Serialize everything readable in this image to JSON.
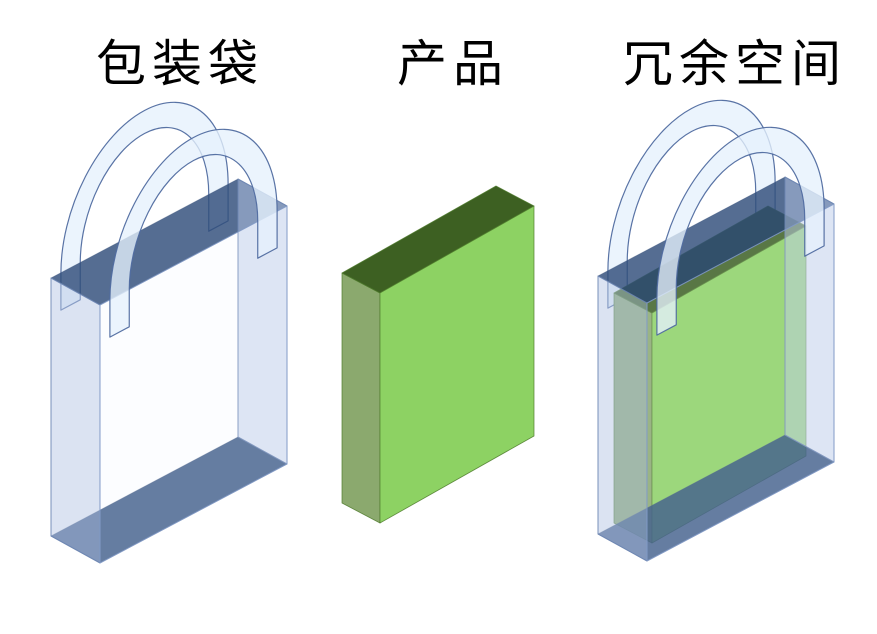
{
  "labels": {
    "bag": "包装袋",
    "product": "产品",
    "slack_space": "冗余空间"
  },
  "colors": {
    "page_bg": "#ffffff",
    "title_color": "#000000",
    "bag_wall": "rgba(183,199,229,0.50)",
    "bag_wall_stroke": "rgba(108,133,178,0.90)",
    "bag_rim": "rgba(47,77,122,0.82)",
    "bag_bottom": "rgba(37,69,119,0.82)",
    "bag_band_stroke": "rgba(60,85,125,0.45)",
    "bag_front": "rgba(238,245,253,0.16)",
    "bag_front_stroke": "rgba(130,155,200,0.85)",
    "handle_fill": "rgba(230,241,252,0.78)",
    "handle_stroke": "rgba(80,108,160,0.95)",
    "box_front": "#8dd263",
    "box_top": "#3d6022",
    "box_side": "#8ba96e",
    "box_stroke": "rgba(77,122,44,0.85)"
  }
}
